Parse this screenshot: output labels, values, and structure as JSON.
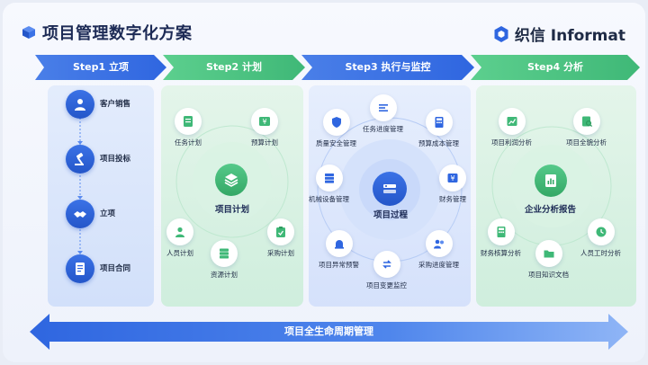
{
  "header": {
    "title": "项目管理数字化方案",
    "brand": "织信 Informat"
  },
  "steps": [
    {
      "label": "Step1  立项"
    },
    {
      "label": "Step2  计划"
    },
    {
      "label": "Step3  执行与监控"
    },
    {
      "label": "Step4  分析"
    }
  ],
  "step1": {
    "items": [
      "客户销售",
      "项目投标",
      "立项",
      "项目合同"
    ]
  },
  "step2": {
    "hub": "项目计划",
    "nodes": [
      "任务计划",
      "预算计划",
      "人员计划",
      "资源计划",
      "采购计划"
    ]
  },
  "step3": {
    "hub": "项目过程",
    "nodes": [
      "任务进度管理",
      "质量安全管理",
      "预算成本管理",
      "机械设备管理",
      "财务管理",
      "项目异常预警",
      "采购进度管理",
      "项目变更监控"
    ]
  },
  "step4": {
    "hub": "企业分析报告",
    "nodes": [
      "项目利润分析",
      "项目全貌分析",
      "财务核算分析",
      "人员工时分析",
      "项目知识文档"
    ]
  },
  "bottom": {
    "label": "项目全生命周期管理"
  },
  "colors": {
    "blue": "#2f66e0",
    "green": "#3fb877",
    "navy": "#1c2a55"
  }
}
